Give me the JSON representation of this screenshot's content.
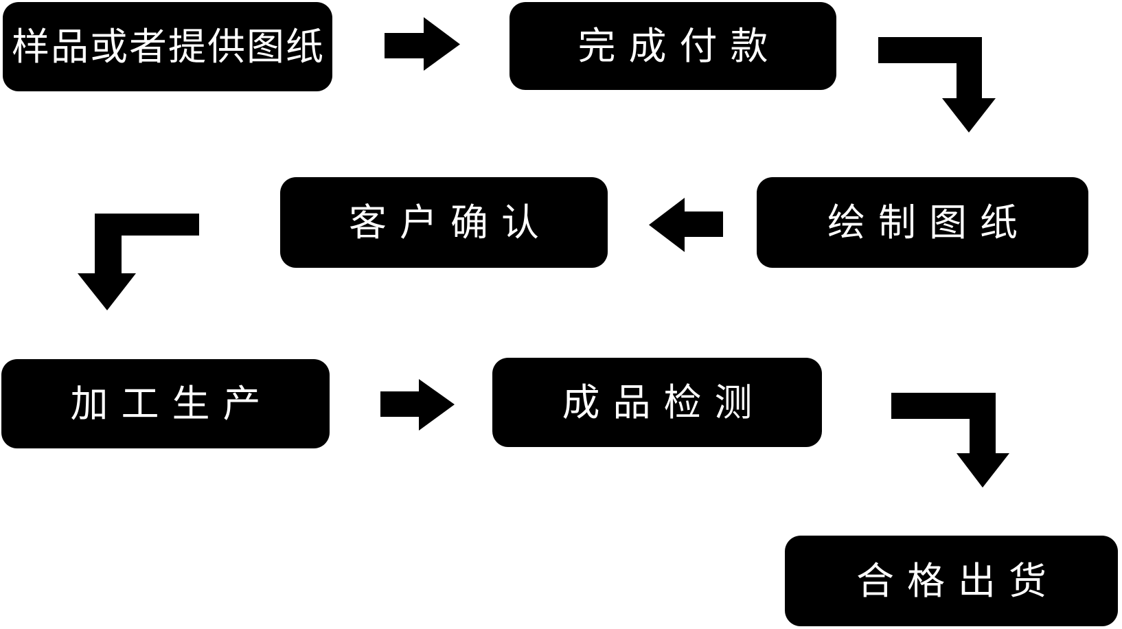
{
  "diagram": {
    "background_color": "#ffffff",
    "node_fill_color": "#000000",
    "node_text_color": "#ffffff",
    "nodes": [
      {
        "id": "sample-or-provide-drawing",
        "label": "样品或者提供图纸"
      },
      {
        "id": "complete-payment",
        "label": "完成付款"
      },
      {
        "id": "draw-drawings",
        "label": "绘制图纸"
      },
      {
        "id": "customer-confirmation",
        "label": "客户确认"
      },
      {
        "id": "processing-production",
        "label": "加工生产"
      },
      {
        "id": "finished-product-inspection",
        "label": "成品检测"
      },
      {
        "id": "qualified-shipment",
        "label": "合格出货"
      }
    ],
    "flow": [
      {
        "from": "样品或者提供图纸",
        "to": "完成付款",
        "arrow": "right"
      },
      {
        "from": "完成付款",
        "to": "绘制图纸",
        "arrow": "right-then-down"
      },
      {
        "from": "绘制图纸",
        "to": "客户确认",
        "arrow": "left"
      },
      {
        "from": "客户确认",
        "to": "加工生产",
        "arrow": "left-then-down"
      },
      {
        "from": "加工生产",
        "to": "成品检测",
        "arrow": "right"
      },
      {
        "from": "成品检测",
        "to": "合格出货",
        "arrow": "right-then-down"
      }
    ]
  }
}
